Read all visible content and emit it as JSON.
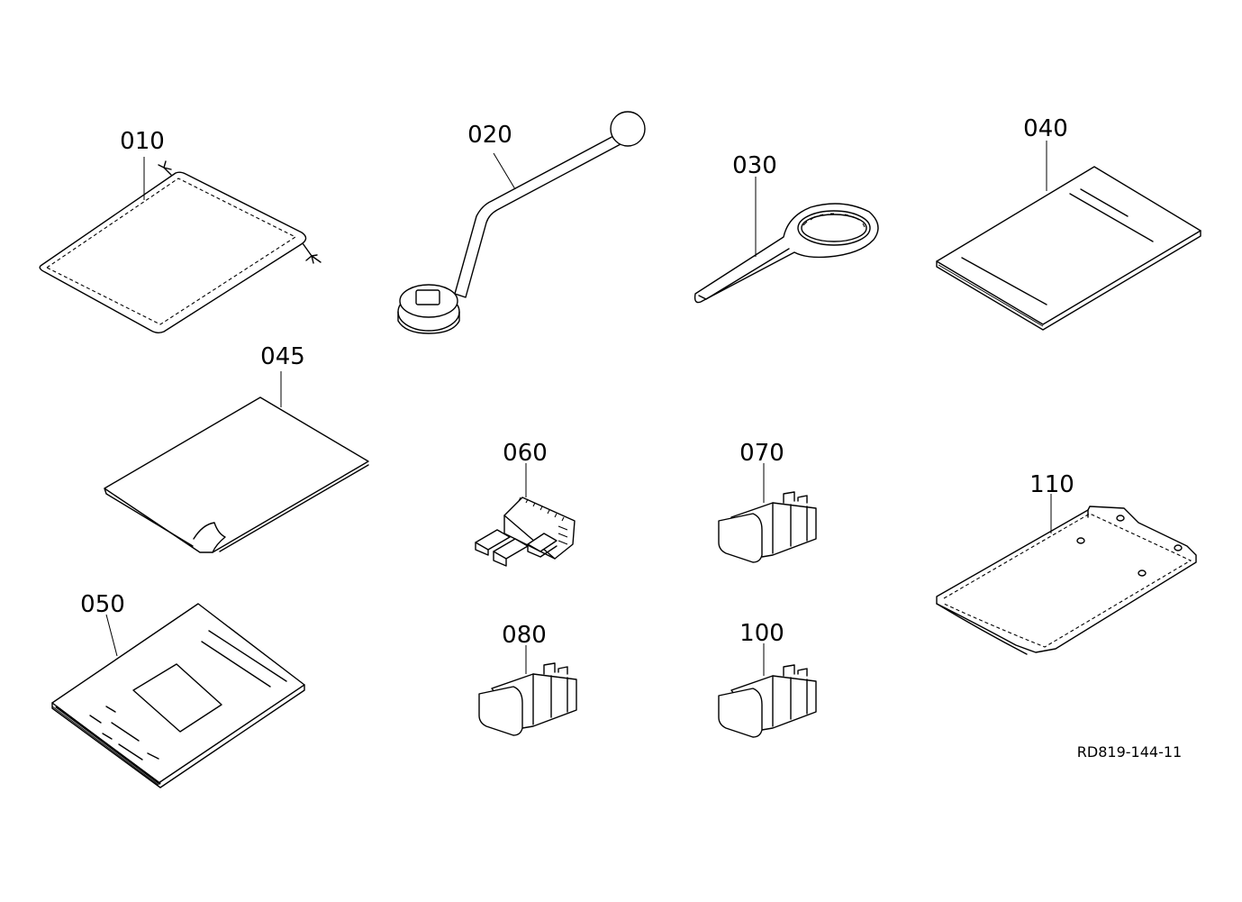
{
  "parts": [
    {
      "id": "010",
      "icon": "pouch-icon"
    },
    {
      "id": "020",
      "icon": "lever-wrench-icon"
    },
    {
      "id": "030",
      "icon": "filter-wrench-icon"
    },
    {
      "id": "040",
      "icon": "manual-booklet-icon"
    },
    {
      "id": "045",
      "icon": "label-sheet-icon"
    },
    {
      "id": "050",
      "icon": "document-booklet-icon"
    },
    {
      "id": "060",
      "icon": "fuse-connector-icon"
    },
    {
      "id": "070",
      "icon": "fuse-icon"
    },
    {
      "id": "080",
      "icon": "fuse-icon"
    },
    {
      "id": "100",
      "icon": "fuse-icon"
    },
    {
      "id": "110",
      "icon": "cover-plate-icon"
    }
  ],
  "reference_code": "RD819-144-11"
}
